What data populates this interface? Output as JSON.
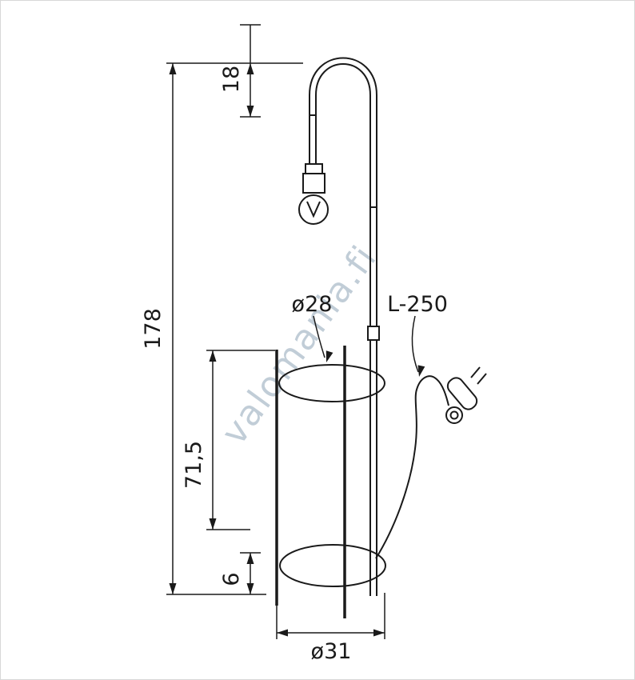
{
  "page": {
    "background": "#ffffff",
    "line_color": "#1a1a1a",
    "watermark_color": "#8fa6b8"
  },
  "watermark": {
    "text": "valomania.fi"
  },
  "drawing": {
    "type": "technical-dimension-drawing",
    "subject": "floor lamp with arched bulb arm and cylindrical shade frame",
    "labels": {
      "total_height": "178",
      "top_to_bulb": "18",
      "shade_height": "71,5",
      "floor_gap": "6",
      "shade_diameter": "ø28",
      "cable_length": "L-250",
      "base_diameter": "ø31"
    }
  }
}
